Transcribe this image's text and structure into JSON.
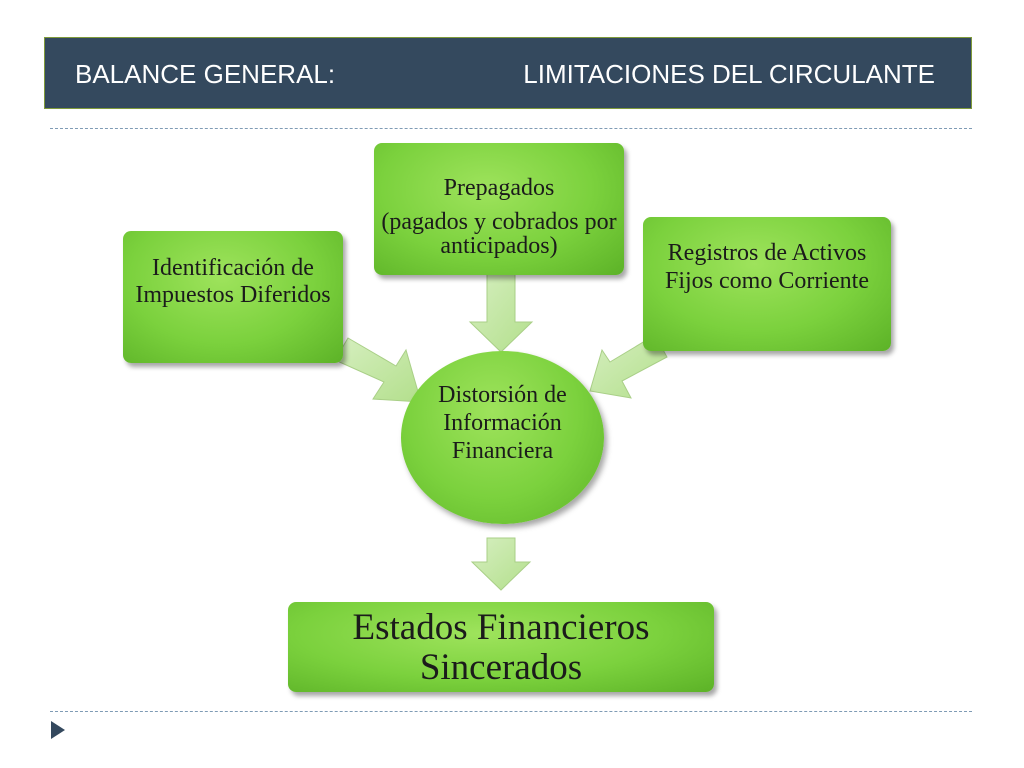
{
  "header": {
    "title_left": "BALANCE GENERAL:",
    "title_right": "LIMITACIONES DEL CIRCULANTE"
  },
  "diagram": {
    "box_left": "Identificación de Impuestos Diferidos",
    "box_top_line1": "Prepagados",
    "box_top_line2": "(pagados y cobrados por anticipados)",
    "box_right": "Registros de Activos Fijos como Corriente",
    "center": "Distorsión de Información Financiera",
    "result": "Estados Financieros Sincerados"
  },
  "colors": {
    "title_bg": "#34495e",
    "box_green": "#7bd13d",
    "arrow_green": "#c3e7a4",
    "dash": "#7f9bb5",
    "bullet": "#34495e"
  },
  "icons": {
    "bullet": "triangle-right-icon"
  }
}
